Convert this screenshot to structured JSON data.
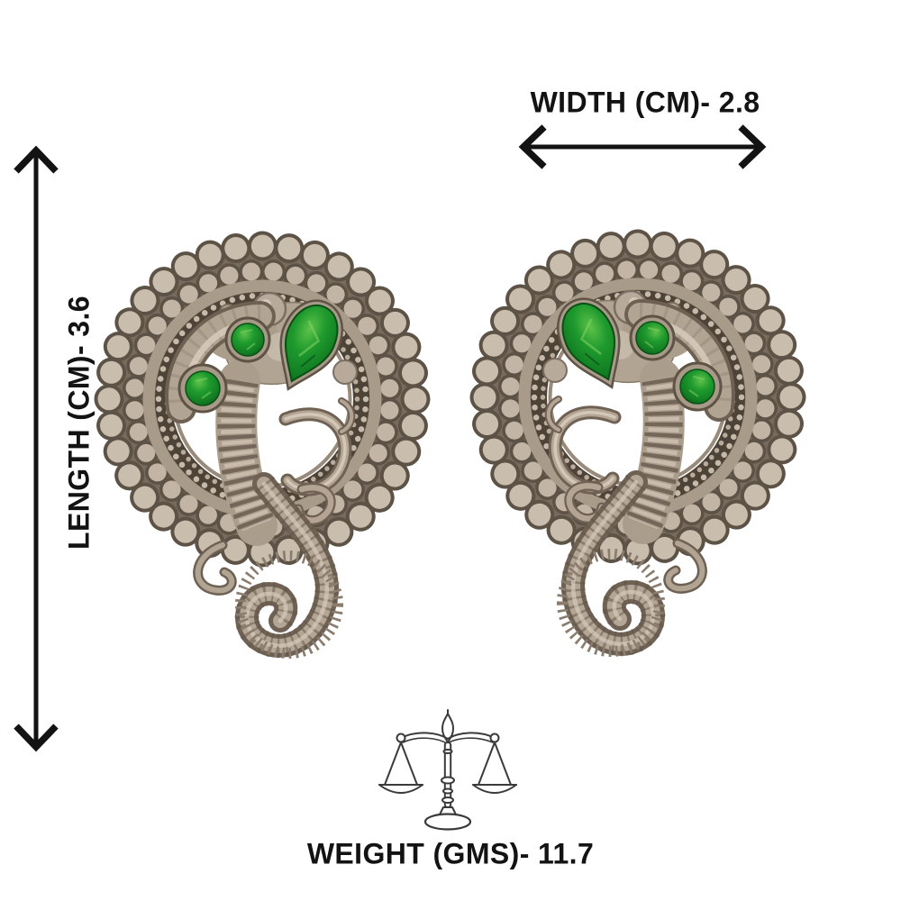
{
  "page": {
    "background": "#ffffff"
  },
  "annotations": {
    "length": {
      "label": "LENGTH (CM)- 3.6",
      "value": 3.6,
      "unit": "cm",
      "arrow": "vertical-double-arrow"
    },
    "width": {
      "label": "WIDTH (CM)- 2.8",
      "value": 2.8,
      "unit": "cm",
      "arrow": "horizontal-double-arrow"
    },
    "weight": {
      "label": "WEIGHT (GMS)- 11.7",
      "value": 11.7,
      "unit": "gms",
      "icon": "balance-scale-icon"
    }
  },
  "product": {
    "items": [
      "earring-left",
      "earring-right"
    ],
    "stone_count_per_earring": 3
  },
  "colors": {
    "text": "#131313",
    "arrow": "#131313",
    "icon_stroke": "#3a3a3a",
    "metal_light": "#c9bdae",
    "metal_mid": "#b2a493",
    "metal_dark": "#5d5246",
    "channel_dark": "#4e4337",
    "stone_green": "#1f9a2e"
  }
}
